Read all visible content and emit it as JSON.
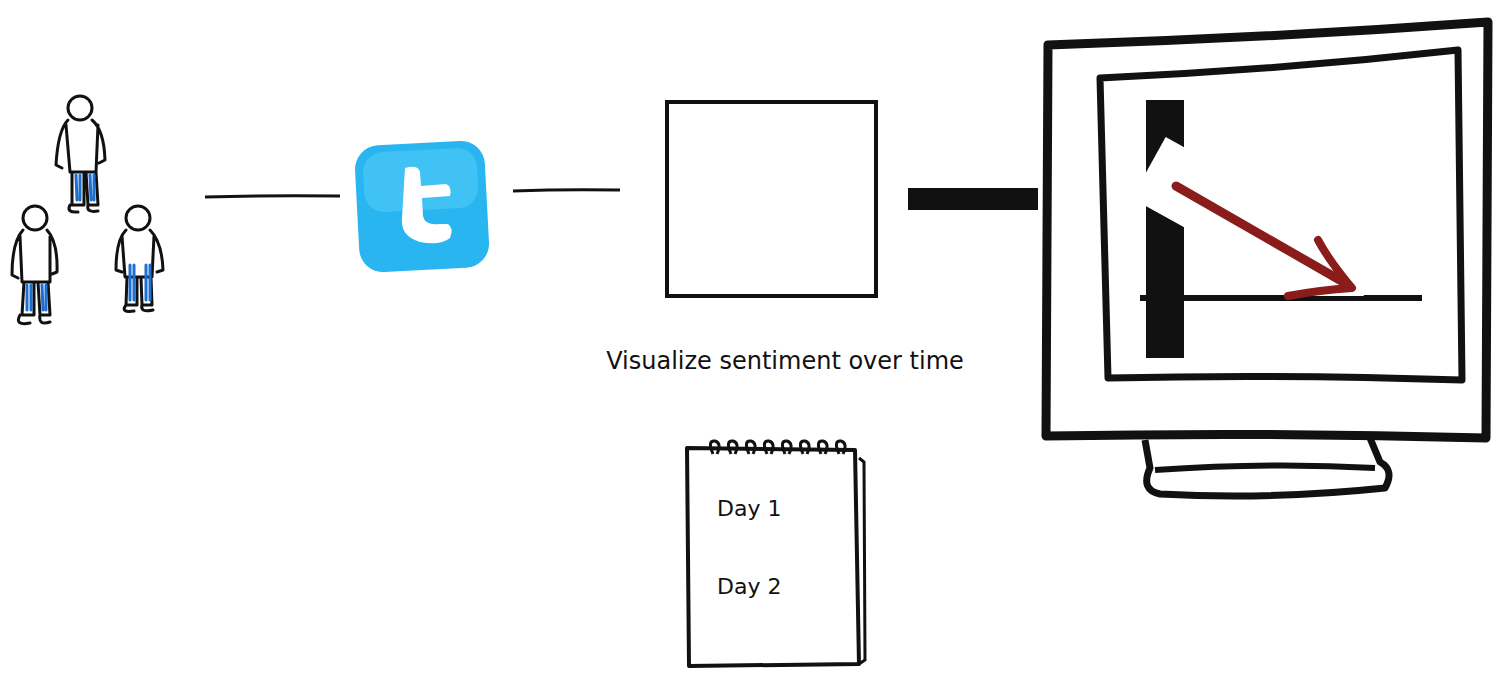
{
  "diagram": {
    "nodes": [
      {
        "text": [
          "Visualize sentiment over time"
        ]
      },
      {
        "text": [
          "Day 1",
          "Day 2"
        ]
      }
    ]
  }
}
